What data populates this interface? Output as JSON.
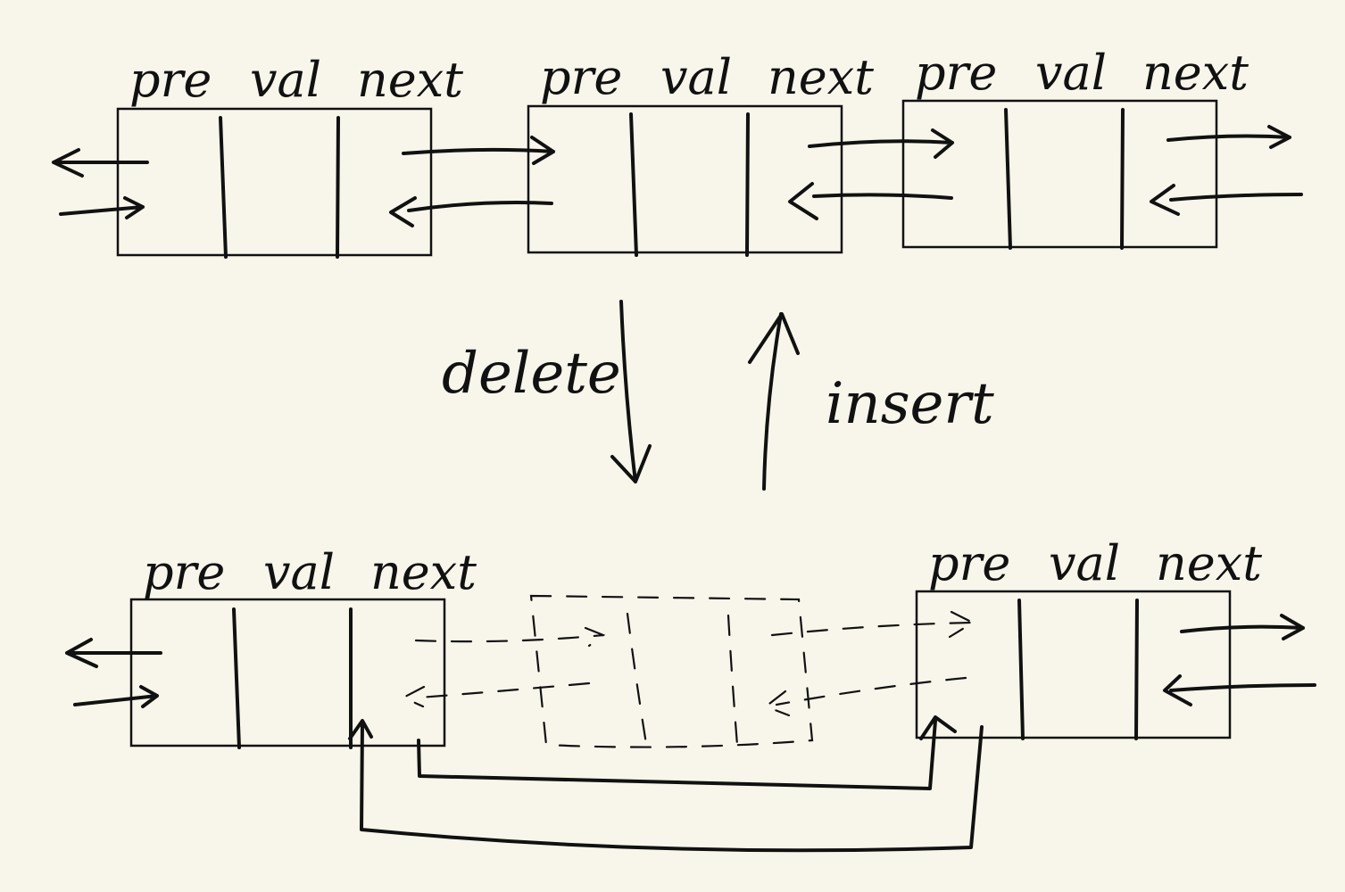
{
  "field_labels": {
    "pre": "pre",
    "val": "val",
    "next": "next"
  },
  "operations": {
    "delete": "delete",
    "insert": "insert"
  },
  "colors": {
    "background": "#f8f6ea",
    "ink": "#111111"
  },
  "nodes_before_delete": 3,
  "nodes_after_delete": 2
}
